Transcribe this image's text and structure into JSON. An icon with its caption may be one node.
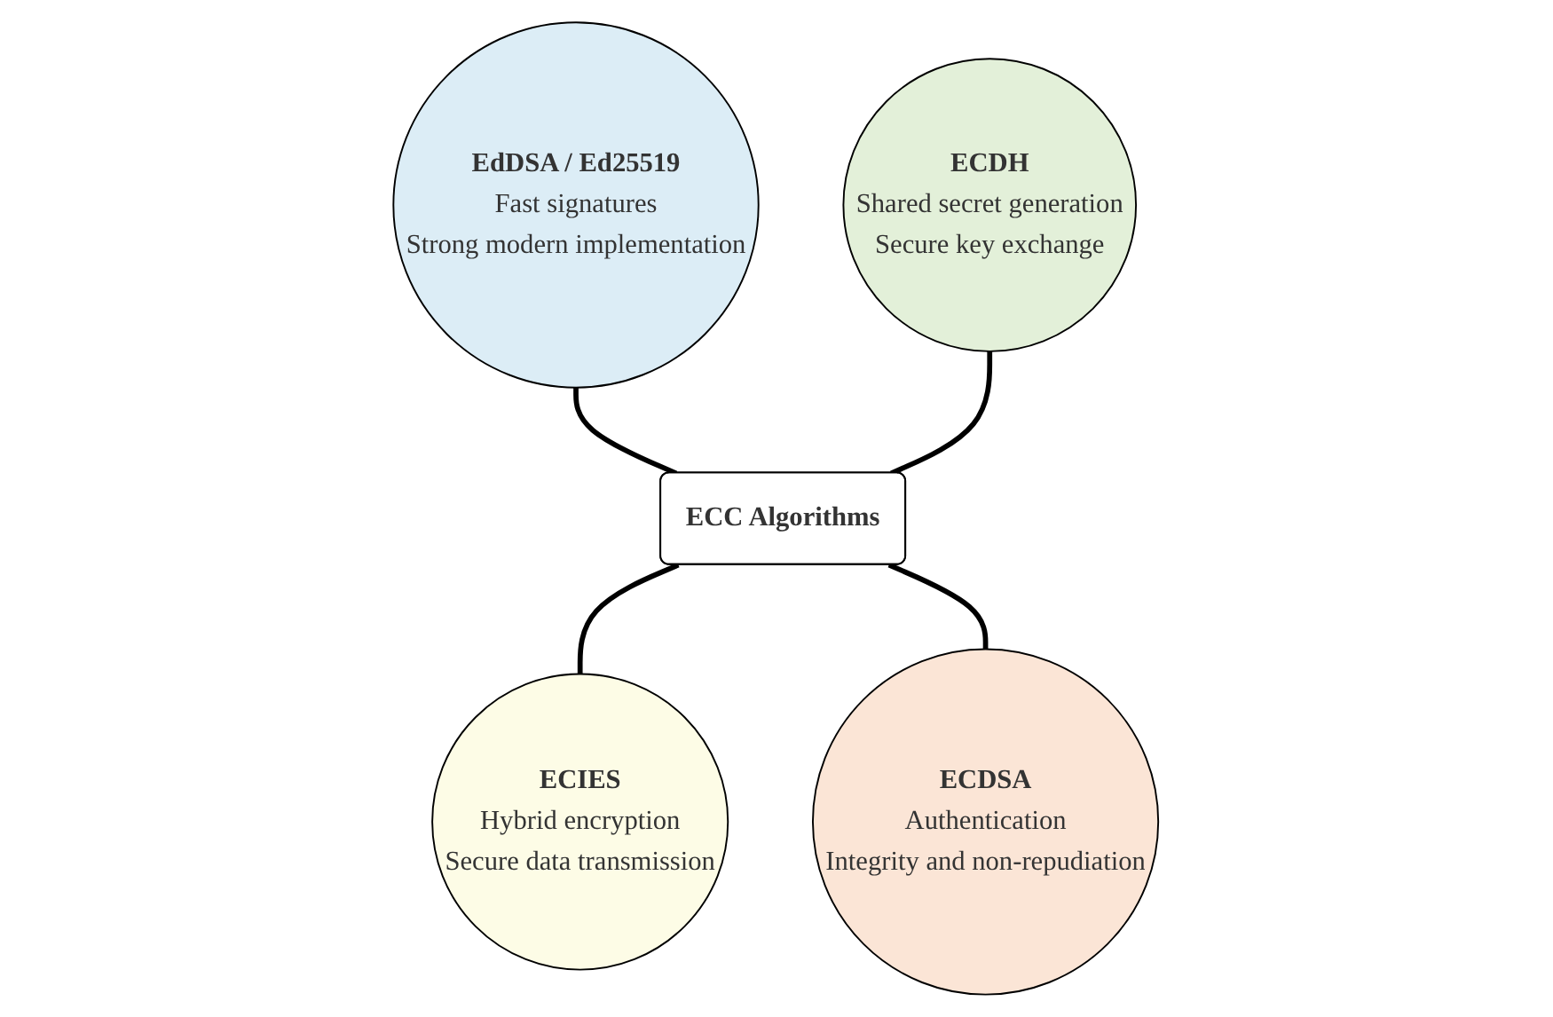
{
  "diagram": {
    "nodes": [
      {
        "text": [
          "EdDSA / Ed25519",
          "Fast signatures",
          "Strong modern implementation"
        ]
      },
      {
        "text": [
          "ECDH",
          "Shared secret generation",
          "Secure key exchange"
        ]
      },
      {
        "text": [
          "ECC Algorithms"
        ]
      },
      {
        "text": [
          "ECIES",
          "Hybrid encryption",
          "Secure data transmission"
        ]
      },
      {
        "text": [
          "ECDSA",
          "Authentication",
          "Integrity and non-repudiation"
        ]
      }
    ],
    "edges": [
      {
        "from": 0,
        "to": 2,
        "arrow": "none"
      },
      {
        "from": 1,
        "to": 2,
        "arrow": "none"
      },
      {
        "from": 2,
        "to": 3,
        "arrow": "none"
      },
      {
        "from": 2,
        "to": 4,
        "arrow": "none"
      }
    ]
  }
}
